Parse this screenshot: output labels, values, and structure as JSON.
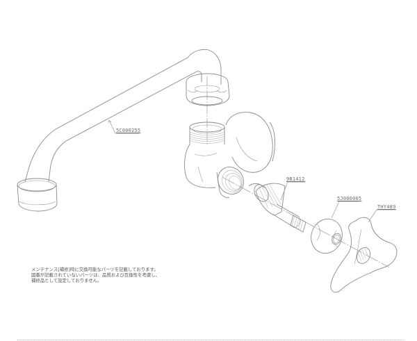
{
  "diagram": {
    "type": "exploded-parts-view",
    "subject": "wall-mounted faucet with swing spout",
    "parts": [
      {
        "id": "spout",
        "label": "5C000255"
      },
      {
        "id": "cartridge",
        "label": "9B1412"
      },
      {
        "id": "cap-nut",
        "label": "5J000005"
      },
      {
        "id": "handle",
        "label": "THY489"
      }
    ]
  },
  "note": {
    "lines": [
      "メンテナンス[補修]時に交換可能なパーツを記載しております。",
      "図番が記載されていないパーツは、品質および互換性を考慮し、",
      "補修品として設定しておりません。"
    ]
  },
  "colors": {
    "line": "#8a8a8a",
    "text": "#6a6a6a",
    "background": "#ffffff"
  }
}
